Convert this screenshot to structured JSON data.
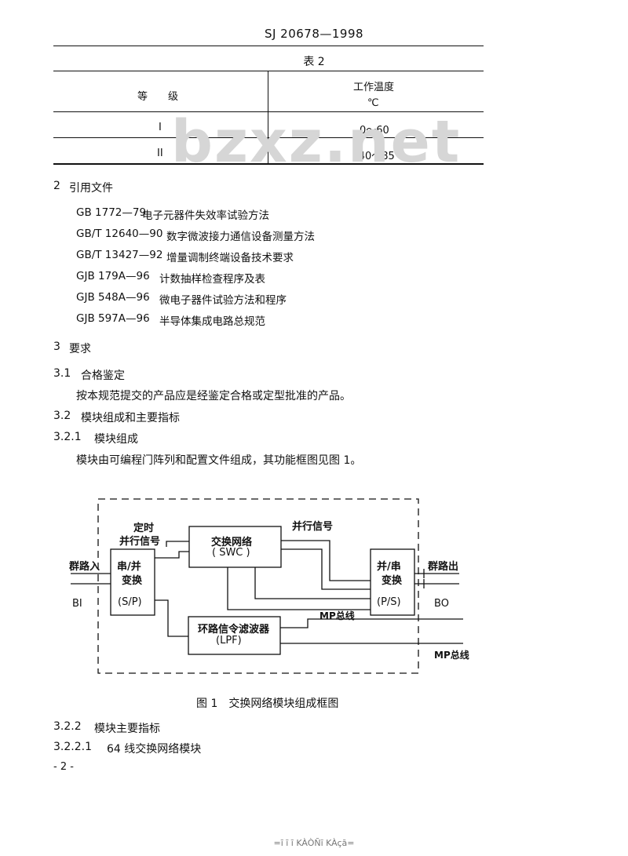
{
  "header": {
    "standard_no": "SJ 20678—1998"
  },
  "table2": {
    "title": "表 2",
    "col_grade": "等　　级",
    "col_temp": "工作温度",
    "col_temp_unit": "℃",
    "rows": [
      {
        "grade": "I",
        "temp": "0～60"
      },
      {
        "grade": "II",
        "temp": "-40～85"
      }
    ]
  },
  "watermark": "bzxz.net",
  "section2": {
    "heading_no": "2",
    "heading": "引用文件",
    "refs": [
      {
        "code": "GB 1772—79",
        "title": "电子元器件失效率试验方法"
      },
      {
        "code": "GB/T 12640—90",
        "title": "数字微波接力通信设备测量方法"
      },
      {
        "code": "GB/T 13427—92",
        "title": "增量调制终端设备技术要求"
      },
      {
        "code": "GJB 179A—96",
        "title": "计数抽样检查程序及表"
      },
      {
        "code": "GJB 548A—96",
        "title": "微电子器件试验方法和程序"
      },
      {
        "code": "GJB 597A—96",
        "title": "半导体集成电路总规范"
      }
    ]
  },
  "section3": {
    "heading_no": "3",
    "heading": "要求",
    "s3_1_no": "3.1",
    "s3_1": "合格鉴定",
    "s3_1_body": "按本规范提交的产品应是经鉴定合格或定型批准的产品。",
    "s3_2_no": "3.2",
    "s3_2": "模块组成和主要指标",
    "s3_2_1_no": "3.2.1",
    "s3_2_1": "模块组成",
    "s3_2_1_body": "模块由可编程门阵列和配置文件组成，其功能框图见图 1。",
    "s3_2_2_no": "3.2.2",
    "s3_2_2": "模块主要指标",
    "s3_2_2_1_no": "3.2.2.1",
    "s3_2_2_1": "64 线交换网络模块"
  },
  "figure1": {
    "timing_signal": "定时",
    "parallel_signal_left": "并行信号",
    "parallel_signal_right": "并行信号",
    "group_in": "群路入",
    "group_out": "群路出",
    "bi": "BI",
    "bo": "BO",
    "sp_line1": "串/并",
    "sp_line2": "变换",
    "sp_line3": "(S/P)",
    "ps_line1": "并/串",
    "ps_line2": "变换",
    "ps_line3": "(P/S)",
    "swc_line1": "交换网络",
    "swc_line2": "( SWC )",
    "lpf_line1": "环路信令滤波器",
    "lpf_line2": "(LPF)",
    "mp_bus_inner": "MP总线",
    "mp_bus_outer": "MP总线",
    "caption": "图 1　交换网络模块组成框图"
  },
  "page_no": "- 2 -",
  "footer_text": "=ī ī ī KÀÒÑī KÀçā="
}
